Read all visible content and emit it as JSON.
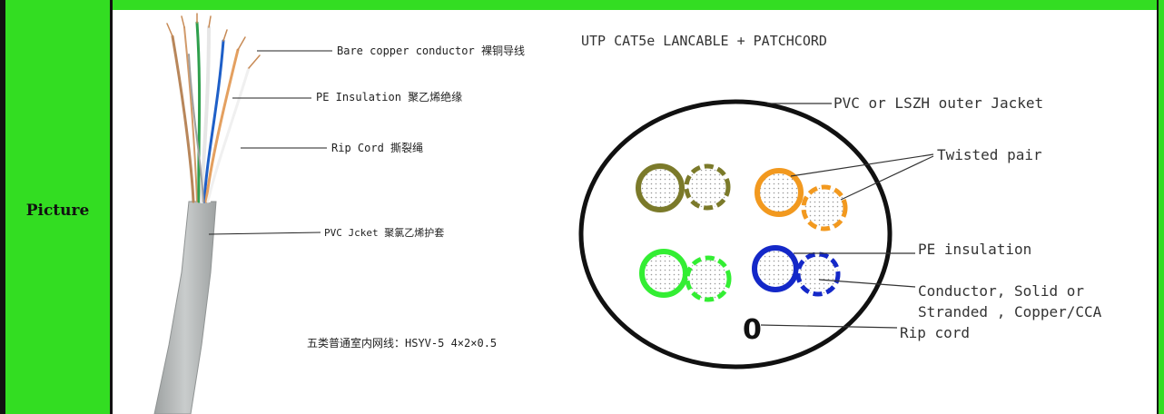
{
  "header": {
    "row_label": "Picture"
  },
  "left_panel": {
    "callouts": [
      "Bare copper conductor 裸铜导线",
      "PE Insulation 聚乙烯绝缘",
      "Rip Cord 撕裂绳",
      "PVC Jcket 聚氯乙烯护套"
    ],
    "spec": "五类普通室内网线：HSYV-5 4×2×0.5"
  },
  "right_panel": {
    "title": "UTP CAT5e LANCABLE + PATCHCORD",
    "labels": {
      "jacket": "PVC or LSZH outer Jacket",
      "twisted": "Twisted pair",
      "pe": "PE insulation",
      "conductor_1": "Conductor, Solid or",
      "conductor_2": "Stranded , Copper/CCA",
      "rip": "Rip cord",
      "rip_glyph": "0"
    }
  },
  "colors": {
    "frame_green": "#33dd22",
    "olive": "#7b7a2a",
    "orange": "#f2991f",
    "green": "#33ee33",
    "blue": "#1428c8",
    "jacket_gray": "#b9bcbc"
  }
}
